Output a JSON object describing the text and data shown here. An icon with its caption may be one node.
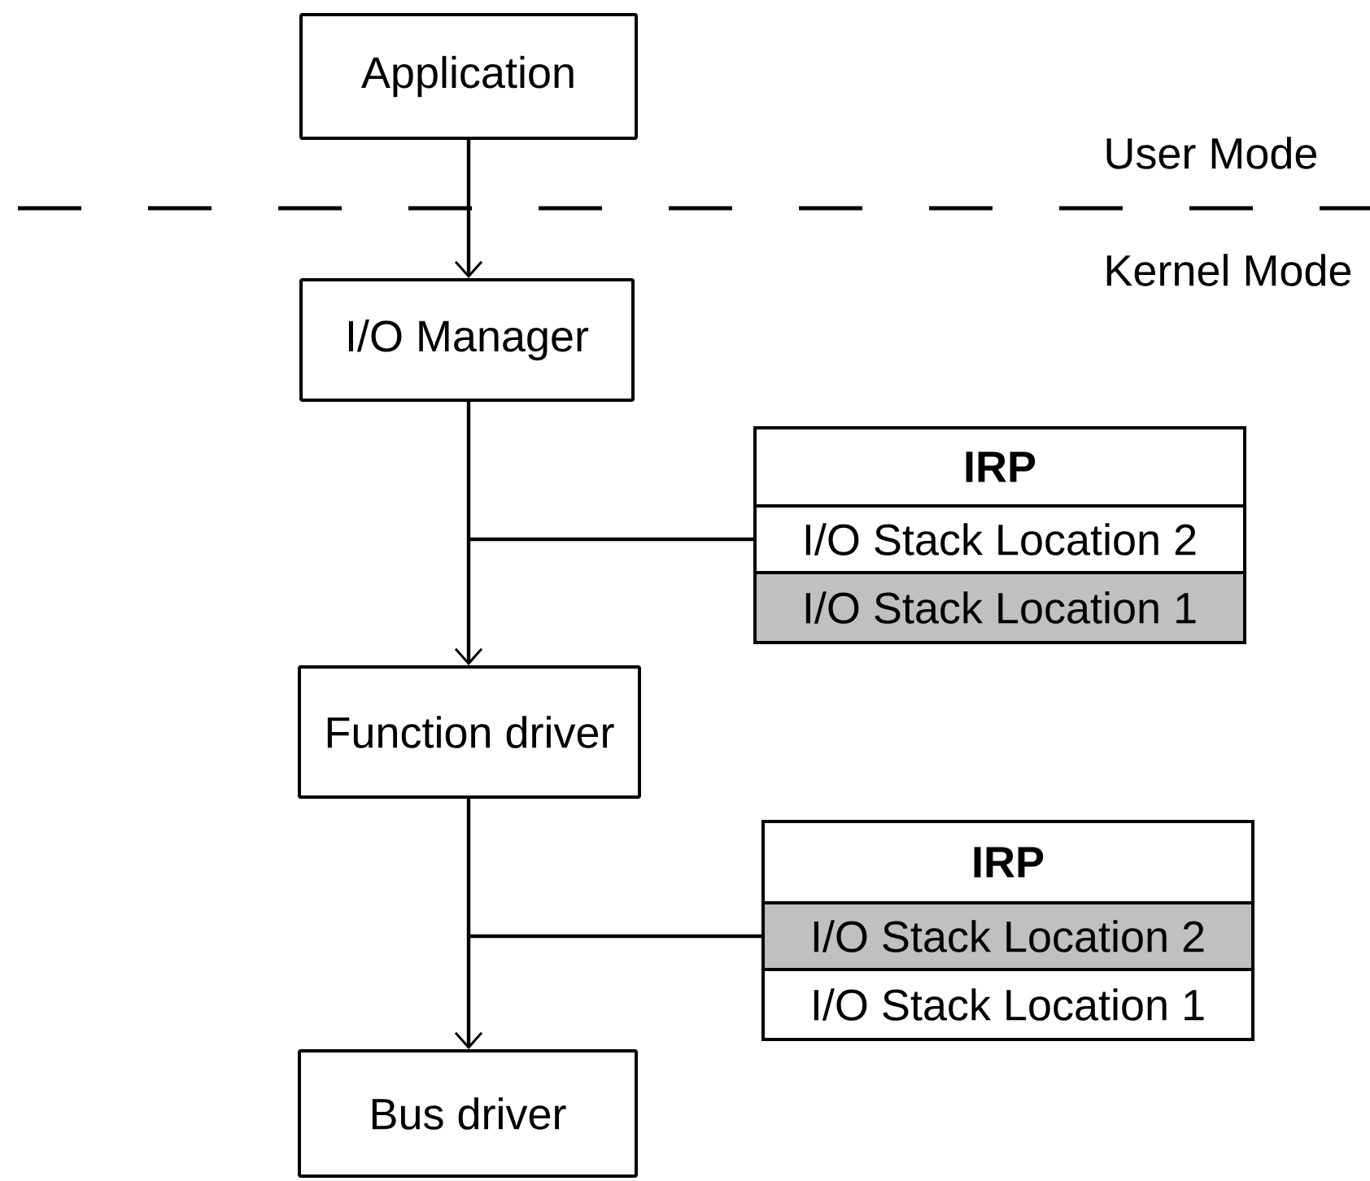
{
  "diagram": {
    "nodes": [
      {
        "text": [
          "Application"
        ]
      },
      {
        "text": [
          "I/O Manager"
        ]
      },
      {
        "text": [
          "IRP"
        ]
      },
      {
        "text": [
          "I/O Stack Location 2"
        ],
        "in": 2
      },
      {
        "text": [
          "I/O Stack Location 1"
        ],
        "in": 2
      },
      {
        "text": [
          "Function driver"
        ]
      },
      {
        "text": [
          "IRP"
        ]
      },
      {
        "text": [
          "I/O Stack Location 2"
        ],
        "in": 6
      },
      {
        "text": [
          "I/O Stack Location 1"
        ],
        "in": 6
      },
      {
        "text": [
          "Bus driver"
        ]
      }
    ],
    "edges": [
      {
        "from": 0,
        "to": 1,
        "arrow": "to"
      },
      {
        "from": 1,
        "to": 5,
        "arrow": "to"
      },
      {
        "from": null,
        "to": 3,
        "arrow": "none"
      },
      {
        "from": 5,
        "to": 9,
        "arrow": "to"
      },
      {
        "from": null,
        "to": 7,
        "arrow": "none"
      }
    ],
    "labels": [
      "User Mode",
      "Kernel Mode"
    ]
  }
}
